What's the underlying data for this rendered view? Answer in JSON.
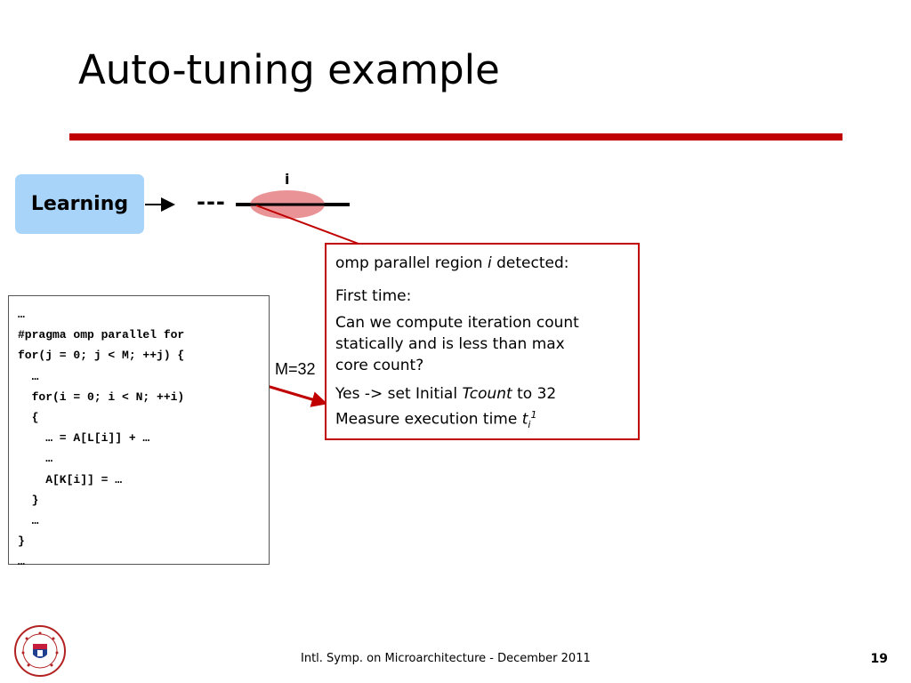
{
  "slide": {
    "title": "Auto-tuning example",
    "learning_label": "Learning",
    "iteration_label": "i",
    "dashes": "---",
    "m_label": "M=32",
    "footer": "Intl. Symp. on Microarchitecture - December 2011",
    "page_number": "19",
    "logo_text": "THE UNIVERSITY OF EDINBURGH"
  },
  "code": [
    "…",
    "#pragma omp parallel for",
    "for(j = 0; j < M; ++j) {",
    "  …",
    "  for(i = 0; i < N; ++i)",
    "  {",
    "    … = A[L[i]] + …",
    "    …",
    "    A[K[i]] = …",
    "  }",
    "  …",
    "}",
    "…"
  ],
  "callout": {
    "line1_pre": "omp parallel region ",
    "line1_var": "i",
    "line1_post": " detected:",
    "first_time": "First time:",
    "question_l1": "Can we compute iteration count",
    "question_l2": "statically and is less than max",
    "question_l3": "core count?",
    "yes_pre": "Yes -> set Initial ",
    "yes_var": "Tcount",
    "yes_post": "  to 32",
    "measure_pre": "Measure execution time ",
    "measure_var": "t",
    "measure_sub": "i",
    "measure_sup": "1"
  },
  "colors": {
    "accent_red": "#c00000",
    "learning_fill": "#a7d4f8",
    "ellipse_fill": "#e8878b"
  }
}
